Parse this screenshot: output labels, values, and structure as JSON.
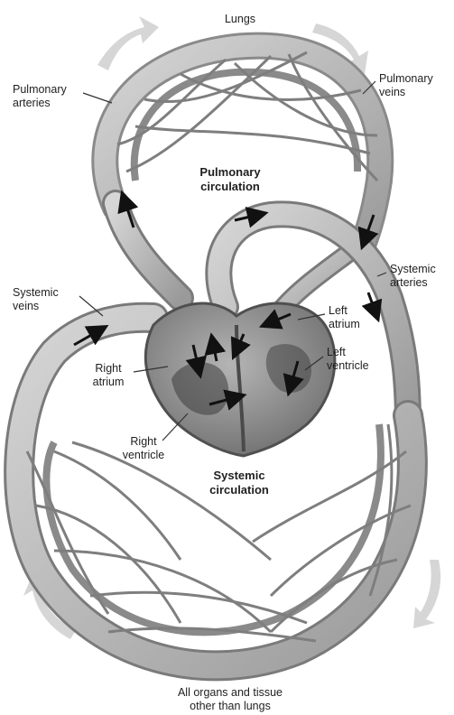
{
  "labels": {
    "lungs": "Lungs",
    "pulmonary_arteries": "Pulmonary\narteries",
    "pulmonary_veins": "Pulmonary\nveins",
    "pulmonary_circulation": "Pulmonary\ncirculation",
    "systemic_veins": "Systemic\nveins",
    "systemic_arteries": "Systemic\narteries",
    "left_atrium": "Left\natrium",
    "left_ventricle": "Left\nventricle",
    "right_atrium": "Right\natrium",
    "right_ventricle": "Right\nventricle",
    "systemic_circulation": "Systemic\ncirculation",
    "organs": "All organs and tissue\nother than lungs"
  },
  "colors": {
    "vessel_fill": "#b8b8b8",
    "vessel_dark": "#6e6e6e",
    "heart_fill": "#8f8f8f",
    "flow_arrow": "#111111",
    "direction_arrow": "#cfcfcf"
  }
}
